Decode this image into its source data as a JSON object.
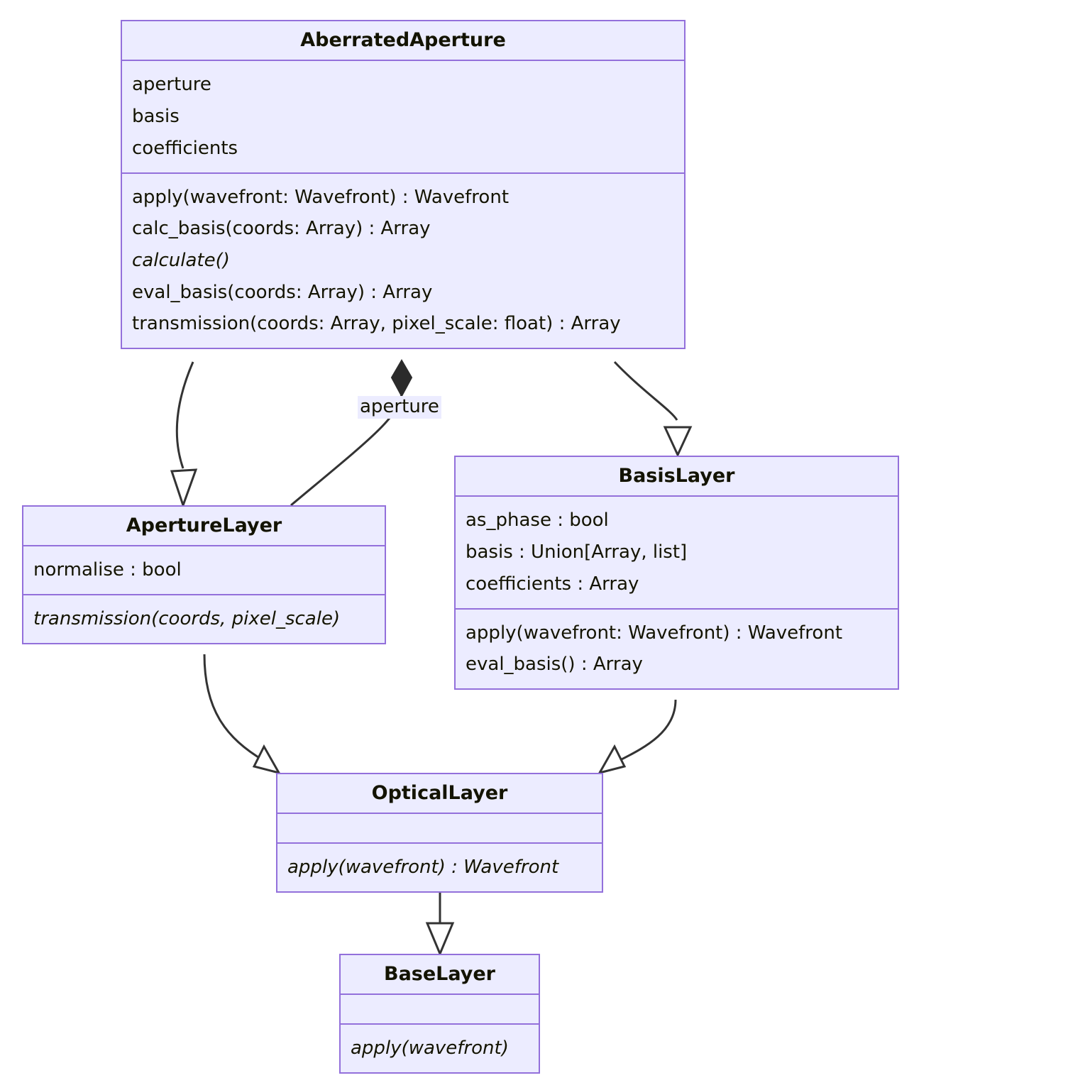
{
  "diagram": {
    "type": "uml-class-diagram",
    "colors": {
      "box_fill": "#ececff",
      "box_border": "#9370db",
      "text": "#131300",
      "edge_stroke": "#333333",
      "background": "#ffffff"
    },
    "classes": [
      {
        "id": "aberrated-aperture",
        "name": "AberratedAperture",
        "attributes": [
          {
            "text": "aperture",
            "abstract": false
          },
          {
            "text": "basis",
            "abstract": false
          },
          {
            "text": "coefficients",
            "abstract": false
          }
        ],
        "methods": [
          {
            "text": "apply(wavefront: Wavefront) : Wavefront",
            "abstract": false
          },
          {
            "text": "calc_basis(coords: Array) : Array",
            "abstract": false
          },
          {
            "text": "calculate()",
            "abstract": true
          },
          {
            "text": "eval_basis(coords: Array) : Array",
            "abstract": false
          },
          {
            "text": "transmission(coords: Array, pixel_scale: float) : Array",
            "abstract": false
          }
        ]
      },
      {
        "id": "aperture-layer",
        "name": "ApertureLayer",
        "attributes": [
          {
            "text": "normalise : bool",
            "abstract": false
          }
        ],
        "methods": [
          {
            "text": "transmission(coords, pixel_scale)",
            "abstract": true
          }
        ]
      },
      {
        "id": "basis-layer",
        "name": "BasisLayer",
        "attributes": [
          {
            "text": "as_phase : bool",
            "abstract": false
          },
          {
            "text": "basis : Union[Array, list]",
            "abstract": false
          },
          {
            "text": "coefficients : Array",
            "abstract": false
          }
        ],
        "methods": [
          {
            "text": "apply(wavefront: Wavefront) : Wavefront",
            "abstract": false
          },
          {
            "text": "eval_basis() : Array",
            "abstract": false
          }
        ]
      },
      {
        "id": "optical-layer",
        "name": "OpticalLayer",
        "attributes": [],
        "methods": [
          {
            "text": "apply(wavefront) : Wavefront",
            "abstract": true
          }
        ]
      },
      {
        "id": "base-layer",
        "name": "BaseLayer",
        "attributes": [],
        "methods": [
          {
            "text": "apply(wavefront)",
            "abstract": true
          }
        ]
      }
    ],
    "relationships": [
      {
        "id": "rel-aberrated-to-aperture-layer",
        "from": "AberratedAperture",
        "to": "ApertureLayer",
        "kind": "inheritance",
        "label": ""
      },
      {
        "id": "rel-aberrated-to-basis-layer",
        "from": "AberratedAperture",
        "to": "BasisLayer",
        "kind": "inheritance",
        "label": ""
      },
      {
        "id": "rel-aberrated-composition-aperture",
        "from": "AberratedAperture",
        "to": "ApertureLayer",
        "kind": "composition",
        "label": "aperture"
      },
      {
        "id": "rel-aperture-layer-to-optical-layer",
        "from": "ApertureLayer",
        "to": "OpticalLayer",
        "kind": "inheritance",
        "label": ""
      },
      {
        "id": "rel-basis-layer-to-optical-layer",
        "from": "BasisLayer",
        "to": "OpticalLayer",
        "kind": "inheritance",
        "label": ""
      },
      {
        "id": "rel-optical-layer-to-base-layer",
        "from": "OpticalLayer",
        "to": "BaseLayer",
        "kind": "inheritance",
        "label": ""
      }
    ]
  }
}
